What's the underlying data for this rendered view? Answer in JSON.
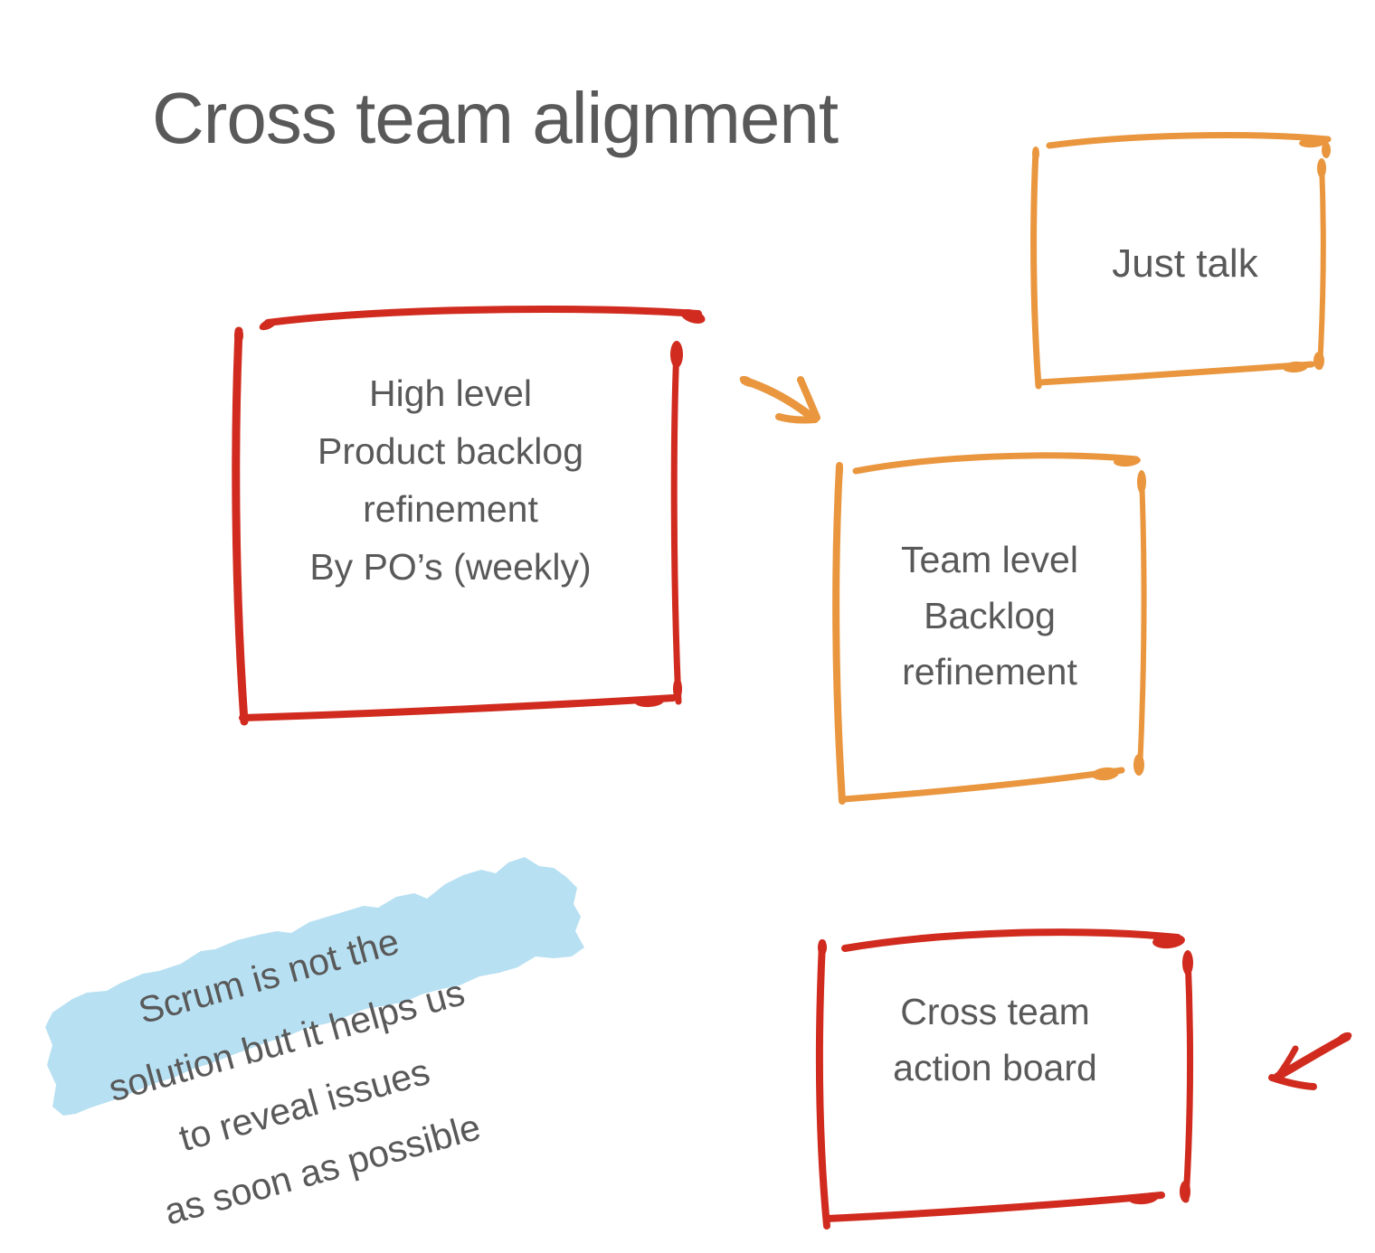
{
  "slide": {
    "title": "Cross team alignment"
  },
  "colors": {
    "red": "#D02B1E",
    "orange": "#E9963E",
    "highlight_blue": "#B7E0F2",
    "text": "#595959"
  },
  "boxes": {
    "high_level": {
      "border_color": "#D02B1E",
      "lines": [
        "High level",
        "Product backlog",
        "refinement",
        "By PO’s (weekly)"
      ]
    },
    "just_talk": {
      "border_color": "#E9963E",
      "lines": [
        "Just talk"
      ]
    },
    "team_level": {
      "border_color": "#E9963E",
      "lines": [
        "Team level",
        "Backlog",
        "refinement"
      ]
    },
    "cross_team_action_board": {
      "border_color": "#D02B1E",
      "lines": [
        "Cross team",
        "action board"
      ]
    }
  },
  "note": {
    "highlight_color": "#B7E0F2",
    "lines": [
      "Scrum is not the",
      "solution but it helps us",
      "to reveal issues",
      "as soon as possible"
    ]
  },
  "arrows": [
    {
      "name": "orange-arrow",
      "color": "#E9963E",
      "direction": "down-right"
    },
    {
      "name": "red-arrow",
      "color": "#D02B1E",
      "direction": "down-left"
    }
  ]
}
